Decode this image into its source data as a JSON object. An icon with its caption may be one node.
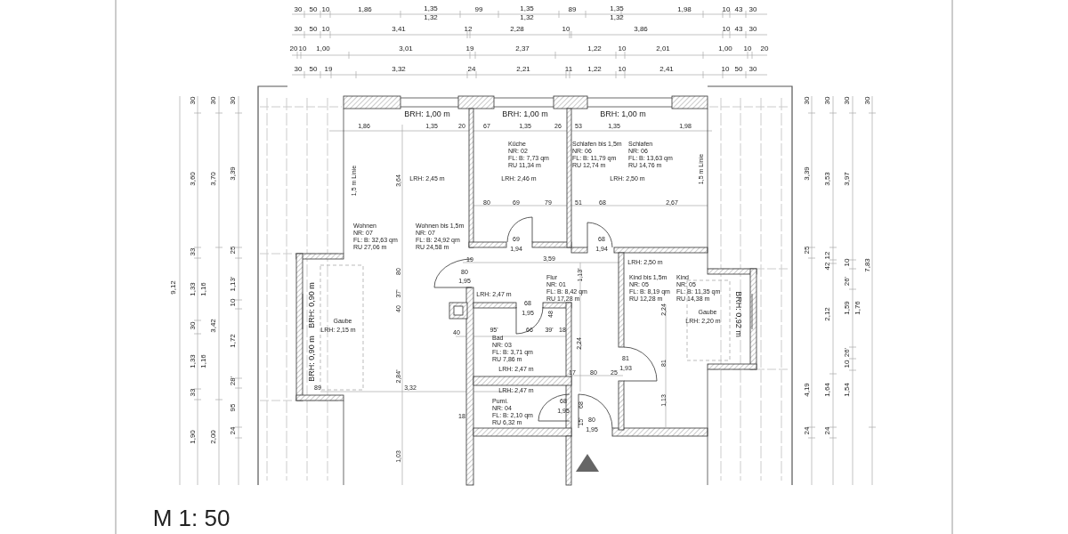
{
  "diagram": {
    "labels": [
      "30",
      "50",
      "10",
      "1,86",
      "1,35",
      "1,32",
      "99",
      "1,35",
      "1,32",
      "89",
      "1,35",
      "1,32",
      "1,98",
      "10",
      "43",
      "30",
      "30",
      "50",
      "10",
      "3,41",
      "12",
      "2,28",
      "10",
      "3,86",
      "10",
      "43",
      "30",
      "20",
      "10",
      "1,00",
      "3,01",
      "19",
      "2,37",
      "1,22",
      "10",
      "2,01",
      "1,00",
      "10",
      "20",
      "30",
      "50",
      "19",
      "3,32",
      "24",
      "2,21",
      "11",
      "1,22",
      "10",
      "2,41",
      "10",
      "50",
      "30",
      "9,12",
      "30",
      "3,60",
      "33",
      "1,33",
      "30",
      "1,33",
      "33",
      "1,90",
      "1,16",
      "1,16",
      "30",
      "3,70",
      "3,42",
      "2,00",
      "30",
      "3,39",
      "25",
      "1,13'",
      "10",
      "1,72",
      "28'",
      "95",
      "24",
      "30",
      "3,39",
      "25",
      "4,19",
      "24",
      "30",
      "3,53",
      "42",
      "12",
      "2,12",
      "1,64",
      "24",
      "30",
      "3,97",
      "10",
      "26'",
      "1,59",
      "26'",
      "10",
      "1,54",
      "1,76",
      "30",
      "7,83",
      "BRH: 1,00 m",
      "BRH: 1,00 m",
      "BRH: 1,00 m",
      "1,86",
      "1,35",
      "20",
      "67",
      "1,35",
      "26",
      "53",
      "1,35",
      "1,98",
      "Küche",
      "NR: 02",
      "FL: B: 7,73 qm",
      "RU 11,34 m",
      "Schlafen bis 1,5m",
      "NR: 06",
      "FL: B: 11,79 qm",
      "RU 12,74 m",
      "Schlafen",
      "NR: 06",
      "FL: B: 13,63 qm",
      "RU 14,76 m",
      "1,5 m Linie",
      "3,64",
      "LRH: 2,45 m",
      "LRH: 2,46 m",
      "LRH: 2,50 m",
      "1,5 m Linie",
      "80",
      "69",
      "79",
      "51",
      "68",
      "2,67",
      "Wohnen",
      "NR: 07",
      "FL: B: 32,63 qm",
      "RU 27,06 m",
      "Wohnen bis 1,5m",
      "NR: 07",
      "FL: B: 24,92 qm",
      "RU 24,58 m",
      "69",
      "1,94",
      "68",
      "1,94",
      "19",
      "3,59",
      "LRH: 2,50 m",
      "80",
      "80",
      "1,95",
      "1,13'",
      "37'",
      "LRH: 2,47 m",
      "Flur",
      "NR: 01",
      "FL: B: 8,42 qm",
      "RU 17,28 m",
      "Kind bis 1,5m",
      "NR: 05",
      "FL: B: 8,19 qm",
      "RU 12,28 m",
      "Kind",
      "NR: 05",
      "FL: B: 11,35 qm",
      "RU 14,38 m",
      "2,24",
      "BRH: 0,90 m",
      "40",
      "68",
      "1,95",
      "Gaube",
      "LRH: 2,20 m",
      "BRH: 0,92 m",
      "48",
      "Gaube",
      "LRH: 2,15 m",
      "40",
      "95'",
      "66",
      "39'",
      "18",
      "Bad",
      "NR: 03",
      "FL: B: 3,71 qm",
      "RU 7,86 m",
      "2,24",
      "BRH: 0,90 m",
      "81",
      "1,93",
      "81",
      "LRH: 2,47 m",
      "17",
      "80",
      "25",
      "2,84'",
      "89",
      "3,32",
      "LRH: 2,47 m",
      "Pumi.",
      "NR: 04",
      "FL: B: 2,10 qm",
      "RU 6,32 m",
      "68",
      "1,95",
      "68",
      "1,13",
      "18",
      "15'",
      "80",
      "1,95",
      "1,03",
      "M 1: 50"
    ]
  }
}
